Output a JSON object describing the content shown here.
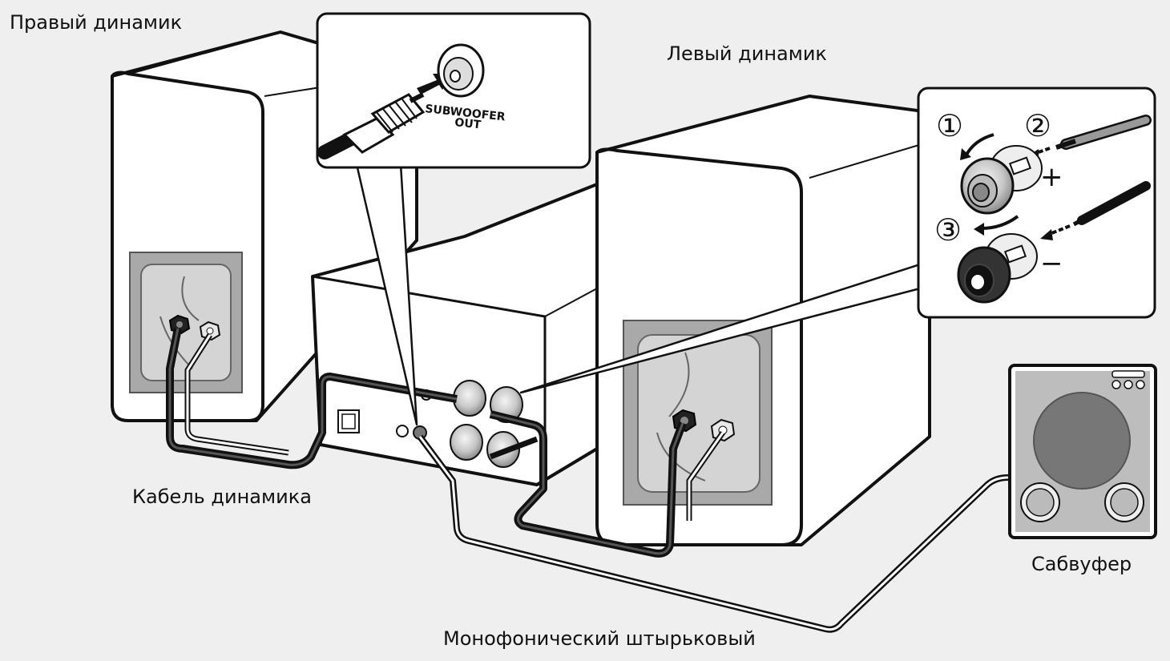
{
  "labels": {
    "right_speaker": "Правый динамик",
    "left_speaker": "Левый динамик",
    "speaker_cable": "Кабель динамика",
    "subwoofer": "Сабвуфер",
    "mono_pin": "Монофонический штырьковый"
  },
  "jack_label": {
    "line1": "SUBWOOFER",
    "line2": "OUT"
  },
  "steps": {
    "step1": "①",
    "step2": "②",
    "step3": "③",
    "plus": "+",
    "minus": "−"
  }
}
